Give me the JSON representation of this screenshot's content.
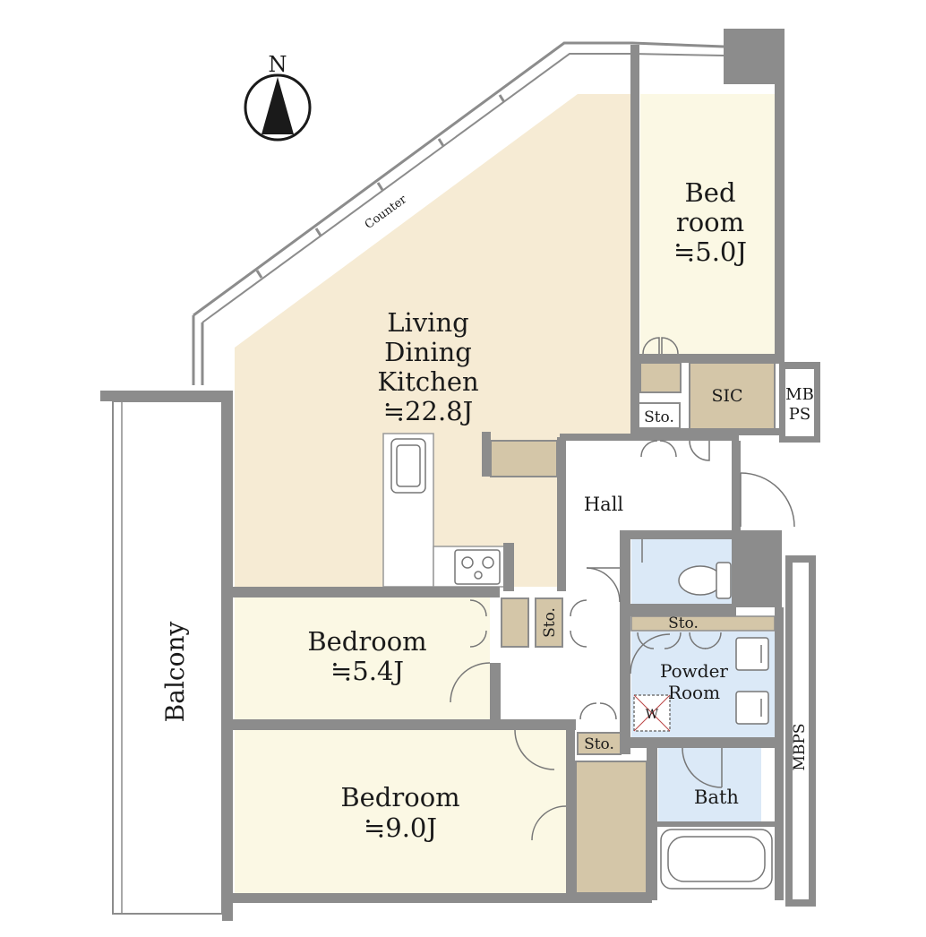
{
  "compass": {
    "label": "N"
  },
  "rooms": {
    "ldk": {
      "line1": "Living",
      "line2": "Dining",
      "line3": "Kitchen",
      "area": "≒22.8J"
    },
    "bedroom_ne": {
      "line1": "Bed",
      "line2": "room",
      "area": "≒5.0J"
    },
    "bedroom_mid": {
      "line1": "Bedroom",
      "area": "≒5.4J"
    },
    "bedroom_s": {
      "line1": "Bedroom",
      "area": "≒9.0J"
    },
    "hall": {
      "label": "Hall"
    },
    "powder": {
      "line1": "Powder",
      "line2": "Room"
    },
    "bath": {
      "label": "Bath"
    },
    "balcony": {
      "label": "Balcony"
    }
  },
  "storage": {
    "sic": "SIC",
    "sto_ne": "Sto.",
    "sto_mid": "Sto.",
    "sto_powder": "Sto.",
    "sto_s": "Sto."
  },
  "shafts": {
    "mbps_top_line1": "MB",
    "mbps_top_line2": "PS",
    "mbps_side": "MBPS"
  },
  "counter": {
    "label": "Counter"
  },
  "washer": {
    "label": "W"
  },
  "colors": {
    "ldk_floor": "#f6ebd4",
    "bedroom_floor": "#fbf8e4",
    "storage_fill": "#d4c6a8",
    "wet_area": "#dbe9f7",
    "wall": "#8c8c8c"
  }
}
